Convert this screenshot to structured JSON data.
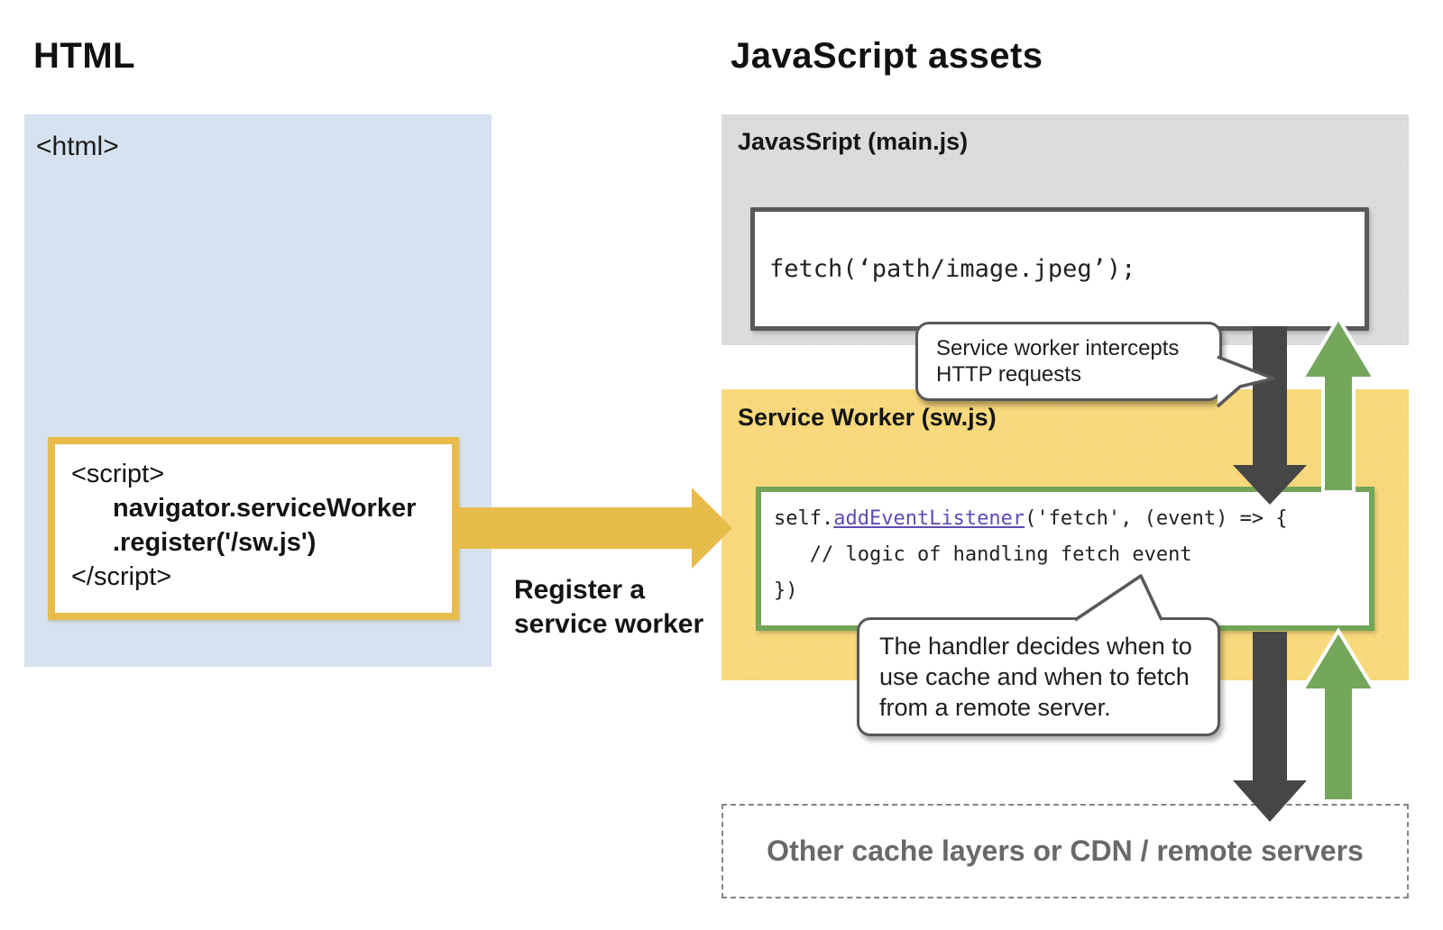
{
  "left": {
    "heading": "HTML",
    "panel_tag": "<html>",
    "script_box": {
      "line1": "<script>",
      "line2": "navigator.serviceWorker",
      "line3": ".register('/sw.js')",
      "line4": "</script>"
    },
    "register_arrow_label": "Register a\nservice worker"
  },
  "right": {
    "heading": "JavaScript assets",
    "main_js": {
      "header": "JavasSript (main.js)",
      "code": "fetch(‘path/image.jpeg’);"
    },
    "service_worker": {
      "header": "Service Worker (sw.js)",
      "code_line1_object": "self.",
      "code_line1_method": "addEventListener",
      "code_line1_args": "('fetch', (event) => {",
      "code_line2": "   // logic of handling fetch event",
      "code_line3": "})"
    },
    "cache_layers_label": "Other cache layers or CDN / remote servers"
  },
  "bubbles": {
    "intercept": "Service worker intercepts\nHTTP requests",
    "handler": "The handler decides when to\nuse cache and when to fetch\nfrom a remote server."
  },
  "colors": {
    "html_panel": "#d7e2f0",
    "assets_panel": "#dbdcdb",
    "service_worker_panel": "#f8d97d",
    "register_gold": "#e8bc4a",
    "request_dark": "#464646",
    "response_green": "#74a65c",
    "code_keyword": "#5b4db4",
    "muted_text": "#696969"
  }
}
